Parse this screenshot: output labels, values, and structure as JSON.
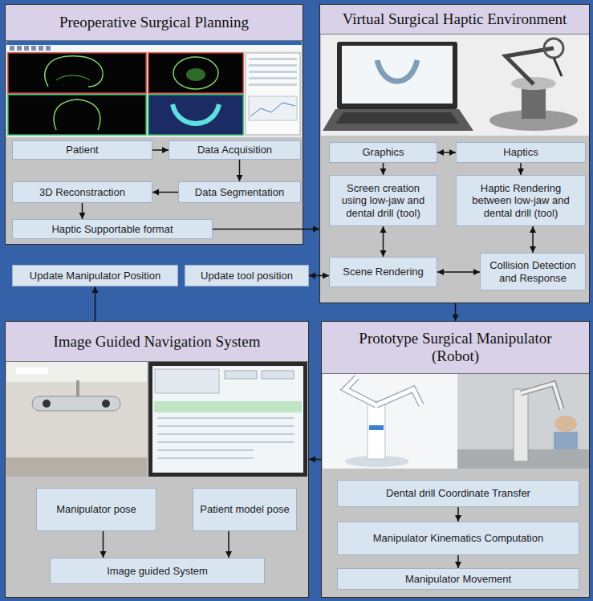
{
  "diagram": {
    "nodes": [
      {
        "text": [
          "Preoperative Surgical Planning"
        ]
      },
      {
        "text": [
          "Patient"
        ],
        "in": 0
      },
      {
        "text": [
          "Data Acquisition"
        ],
        "in": 0
      },
      {
        "text": [
          "3D Reconstraction"
        ],
        "in": 0
      },
      {
        "text": [
          "Data Segmentation"
        ],
        "in": 0
      },
      {
        "text": [
          "Haptic Supportable format"
        ],
        "in": 0
      },
      {
        "text": [
          "Virtual Surgical Haptic Environment"
        ]
      },
      {
        "text": [
          "Graphics"
        ],
        "in": 6
      },
      {
        "text": [
          "Haptics"
        ],
        "in": 6
      },
      {
        "text": [
          "Screen creation using low-jaw and dental drill (tool)"
        ],
        "in": 6
      },
      {
        "text": [
          "Haptic Rendering between low-jaw and dental drill (tool)"
        ],
        "in": 6
      },
      {
        "text": [
          "Scene Rendering"
        ],
        "in": 6
      },
      {
        "text": [
          "Collision Detection and Response"
        ],
        "in": 6
      },
      {
        "text": [
          "Update Manipulator Position"
        ]
      },
      {
        "text": [
          "Update tool position"
        ]
      },
      {
        "text": [
          "Image Guided Navigation System"
        ]
      },
      {
        "text": [
          "Manipulator pose"
        ],
        "in": 15
      },
      {
        "text": [
          "Patient model pose"
        ],
        "in": 15
      },
      {
        "text": [
          "Image guided System"
        ],
        "in": 15
      },
      {
        "text": [
          "Prototype Surgical Manipulator (Robot)"
        ]
      },
      {
        "text": [
          "Dental drill Coordinate Transfer"
        ],
        "in": 19
      },
      {
        "text": [
          "Manipulator Kinematics Computation"
        ],
        "in": 19
      },
      {
        "text": [
          "Manipulator Movement"
        ],
        "in": 19
      }
    ],
    "edges": [
      {
        "from": 1,
        "to": 2,
        "arrow": "to"
      },
      {
        "from": 2,
        "to": 4,
        "arrow": "to"
      },
      {
        "from": 4,
        "to": 3,
        "arrow": "to"
      },
      {
        "from": 3,
        "to": 5,
        "arrow": "to"
      },
      {
        "from": 5,
        "to": 6,
        "arrow": "to"
      },
      {
        "from": 7,
        "to": 8,
        "arrow": "both"
      },
      {
        "from": 7,
        "to": 9,
        "arrow": "to"
      },
      {
        "from": 8,
        "to": 10,
        "arrow": "to"
      },
      {
        "from": 9,
        "to": 11,
        "arrow": "both"
      },
      {
        "from": 10,
        "to": 12,
        "arrow": "both"
      },
      {
        "from": 11,
        "to": 12,
        "arrow": "both"
      },
      {
        "from": 14,
        "to": 11,
        "arrow": "both"
      },
      {
        "from": 6,
        "to": 19,
        "arrow": "to"
      },
      {
        "from": 19,
        "to": 15,
        "arrow": "to"
      },
      {
        "from": 15,
        "to": 13,
        "arrow": "to"
      },
      {
        "from": 16,
        "to": 18,
        "arrow": "to"
      },
      {
        "from": 17,
        "to": 18,
        "arrow": "to"
      },
      {
        "from": 20,
        "to": 21,
        "arrow": "to"
      },
      {
        "from": 21,
        "to": 22,
        "arrow": "to"
      }
    ]
  }
}
